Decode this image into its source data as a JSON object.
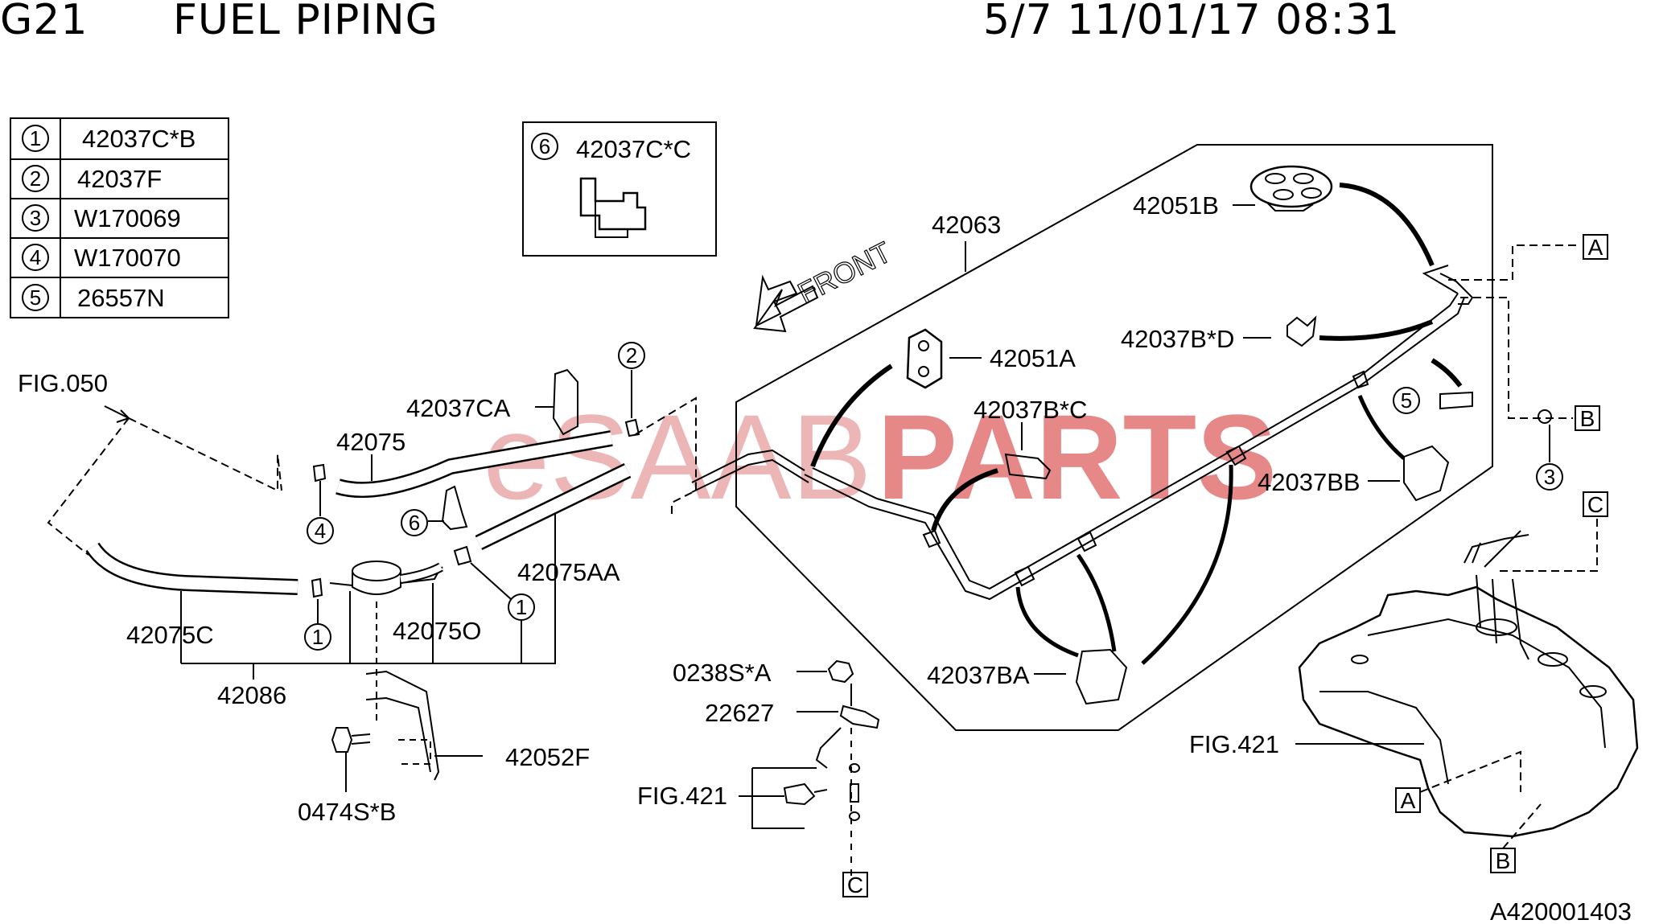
{
  "header": {
    "code": "G21",
    "title": "FUEL PIPING",
    "page_date": "5/7 11/01/17 08:31"
  },
  "legend_table": [
    {
      "index": "1",
      "part": "42037C*B"
    },
    {
      "index": "2",
      "part": "42037F"
    },
    {
      "index": "3",
      "part": "W170069"
    },
    {
      "index": "4",
      "part": "W170070"
    },
    {
      "index": "5",
      "part": "26557N"
    }
  ],
  "inset_box": {
    "index": "6",
    "part": "42037C*C"
  },
  "labels": {
    "fig050": "FIG.050",
    "p42037CA": "42037CA",
    "p42075": "42075",
    "p42075AA": "42075AA",
    "p42075C": "42075C",
    "p42075O": "42075O",
    "p42086": "42086",
    "p42052F": "42052F",
    "p0474SB": "0474S*B",
    "p42063": "42063",
    "p42051B": "42051B",
    "p42051A": "42051A",
    "p42037BD": "42037B*D",
    "p42037BC": "42037B*C",
    "p42037BB": "42037BB",
    "p42037BA": "42037BA",
    "p0238SA": "0238S*A",
    "p22627": "22627",
    "fig421_left": "FIG.421",
    "fig421_right": "FIG.421",
    "front": "FRONT",
    "diagram_id": "A420001403"
  },
  "callouts": {
    "c1a": "1",
    "c1b": "1",
    "c2": "2",
    "c3": "3",
    "c4": "4",
    "c5": "5",
    "c6": "6",
    "boxA1": "A",
    "boxA2": "A",
    "boxB1": "B",
    "boxB2": "B",
    "boxC1": "C",
    "boxC2": "C"
  },
  "watermark": {
    "part1": "eSAAB",
    "part2": "PARTS"
  }
}
